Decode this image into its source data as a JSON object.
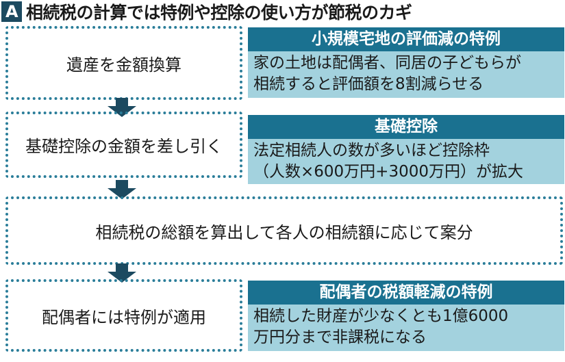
{
  "title": {
    "badge": "A",
    "text": "相続税の計算では特例や控除の使い方が節税のカギ"
  },
  "steps": [
    "遺産を金額換算",
    "基礎控除の金額を差し引く",
    "相続税の総額を算出して各人の相続額に応じて案分",
    "配偶者には特例が適用"
  ],
  "notes": [
    {
      "heading": "小規模宅地の評価減の特例",
      "line1": "家の土地は配偶者、同居の子どもらが",
      "line2": "相続すると評価額を8割減らせる"
    },
    {
      "heading": "基礎控除",
      "line1": "法定相続人の数が多いほど控除枠",
      "line2": "（人数×600万円+3000万円）が拡大"
    },
    {
      "heading": "配偶者の税額軽減の特例",
      "line1": "相続した財産が少なくとも1億6000",
      "line2": "万円分まで非課税になる"
    }
  ],
  "colors": {
    "header": "#1a7190",
    "body": "#a3d2de",
    "badge": "#1c4a60",
    "border": "#2a7d99"
  }
}
